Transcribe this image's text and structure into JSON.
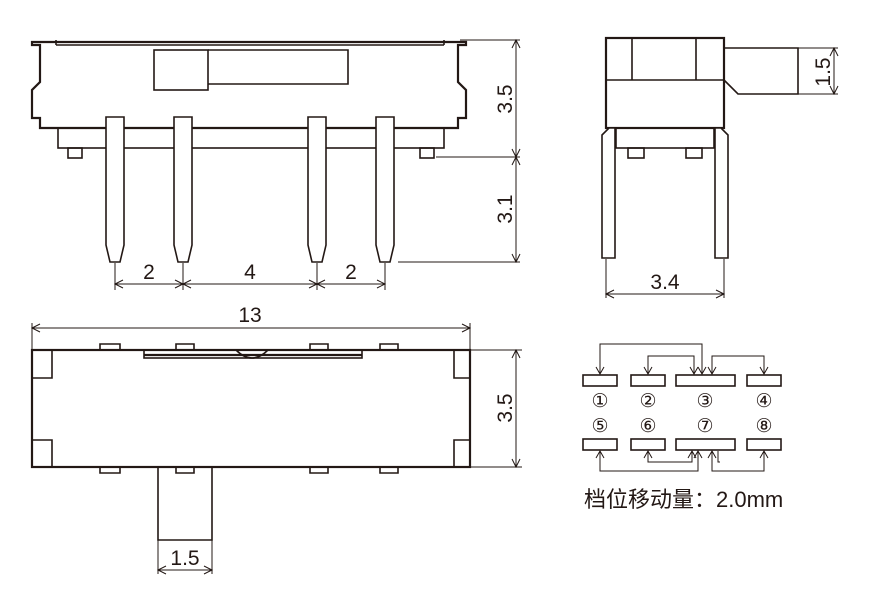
{
  "front_view": {
    "dim_height_body": "3.5",
    "dim_height_pins": "3.1",
    "dim_pitch_left": "2",
    "dim_pitch_middle": "4",
    "dim_pitch_right": "2"
  },
  "side_view": {
    "dim_actuator": "1.5",
    "dim_width": "3.4"
  },
  "top_view": {
    "dim_length": "13",
    "dim_height": "3.5",
    "dim_actuator_width": "1.5"
  },
  "schematic": {
    "pins_top": [
      "①",
      "②",
      "③",
      "④"
    ],
    "pins_bottom": [
      "⑤",
      "⑥",
      "⑦",
      "⑧"
    ],
    "note": "档位移动量：2.0mm"
  }
}
